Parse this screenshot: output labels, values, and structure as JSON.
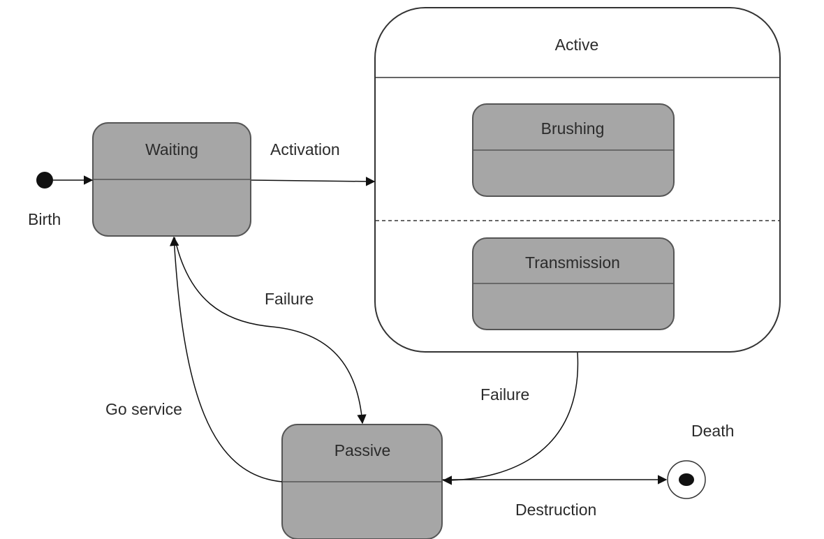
{
  "states": {
    "waiting": {
      "label": "Waiting"
    },
    "active": {
      "label": "Active"
    },
    "brushing": {
      "label": "Brushing"
    },
    "transmission": {
      "label": "Transmission"
    },
    "passive": {
      "label": "Passive"
    }
  },
  "pseudostates": {
    "initial": {
      "label": "Birth"
    },
    "final": {
      "label": "Death"
    }
  },
  "transitions": {
    "activation": {
      "label": "Activation"
    },
    "failure_from_waiting": {
      "label": "Failure"
    },
    "failure_from_active": {
      "label": "Failure"
    },
    "go_service": {
      "label": "Go service"
    },
    "destruction": {
      "label": "Destruction"
    }
  },
  "colors": {
    "state_fill": "#a6a6a6",
    "state_border": "#555555",
    "composite_fill": "#ffffff",
    "line": "#111111",
    "text": "#2b2b2b"
  }
}
